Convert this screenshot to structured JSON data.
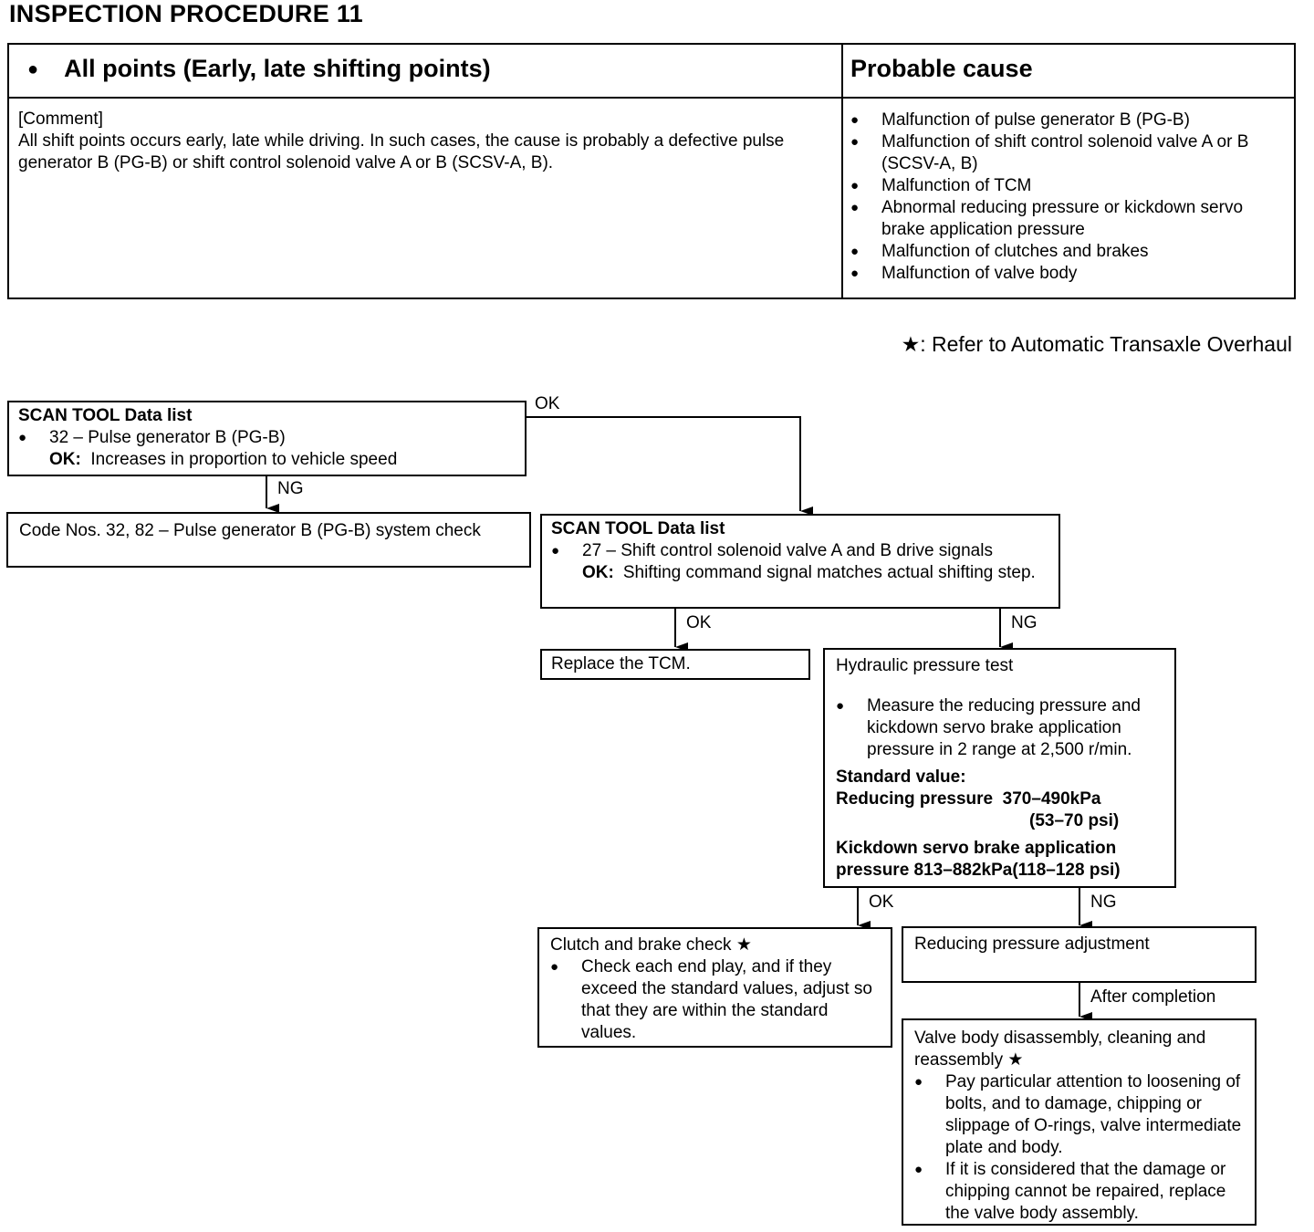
{
  "title": "INSPECTION PROCEDURE 11",
  "header_table": {
    "symptom": "All points (Early, late shifting points)",
    "probable_cause_header": "Probable cause",
    "comment_label": "[Comment]",
    "comment_text": "All shift points occurs early, late while driving.  In such cases, the cause is probably a defective pulse generator B (PG-B) or shift control solenoid valve A or B (SCSV-A, B).",
    "causes": [
      "Malfunction of pulse generator B (PG-B)",
      "Malfunction of shift control solenoid valve A or B (SCSV-A, B)",
      "Malfunction of TCM",
      "Abnormal reducing pressure or kickdown servo brake application pressure",
      "Malfunction of clutches and brakes",
      "Malfunction of valve body"
    ]
  },
  "note": "★:  Refer to Automatic Transaxle Overhaul",
  "flow": {
    "step1": {
      "title": "SCAN TOOL Data list",
      "item": "32 – Pulse generator B (PG-B)",
      "ok_label": "OK:",
      "ok_text": "Increases in proportion to vehicle speed"
    },
    "step1_ng": {
      "text": "Code Nos. 32, 82 – Pulse generator B (PG-B) system check"
    },
    "step2": {
      "title": "SCAN TOOL Data list",
      "item": "27 – Shift control solenoid valve A and B drive signals",
      "ok_label": "OK:",
      "ok_text": "Shifting command signal matches actual shifting step."
    },
    "replace_tcm": {
      "text": "Replace the TCM."
    },
    "hydraulic": {
      "title": "Hydraulic pressure test",
      "item": "Measure the reducing pressure and kickdown servo brake application pressure in 2 range at 2,500 r/min.",
      "std_label": "Standard value:",
      "reducing_label": "Reducing pressure",
      "reducing_value": "370–490kPa",
      "reducing_psi": "(53–70 psi)",
      "kickdown_line1": "Kickdown servo brake application",
      "kickdown_line2": "pressure 813–882kPa(118–128 psi)"
    },
    "clutch": {
      "title": "Clutch and brake check ★",
      "item": "Check each end play, and if they exceed the standard values, adjust so that they are within the standard values."
    },
    "reducing_adj": {
      "text": "Reducing pressure adjustment"
    },
    "valve_body": {
      "title": "Valve body disassembly, cleaning and reassembly ★",
      "item1": "Pay particular attention to loosening of bolts, and to damage, chipping or slippage of O-rings, valve intermediate plate and body.",
      "item2": "If it is considered that the damage or chipping cannot be repaired, replace the valve body assembly."
    },
    "labels": {
      "ok": "OK",
      "ng": "NG",
      "after_completion": "After completion"
    }
  }
}
